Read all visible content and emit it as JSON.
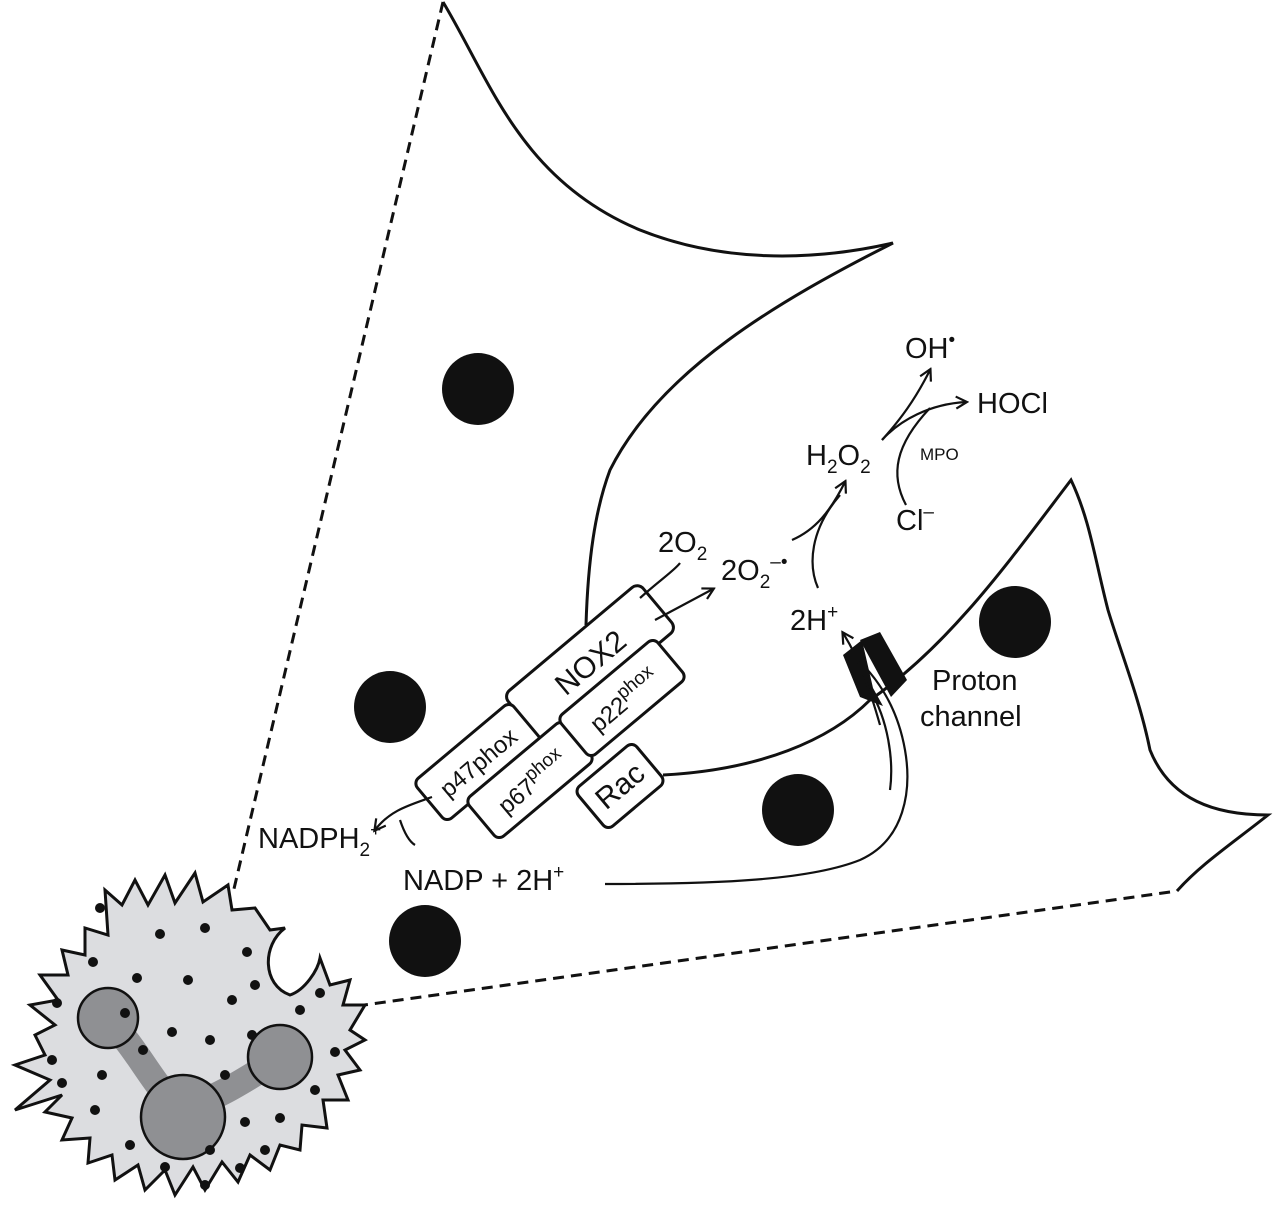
{
  "labels": {
    "oh": "OH",
    "hocl": "HOCl",
    "h2o2_h": "H",
    "h2o2_sub1": "2",
    "h2o2_o": "O",
    "h2o2_sub2": "2",
    "mpo": "MPO",
    "cl": "Cl",
    "cl_sup": "–",
    "o2_coef": "2O",
    "o2_sub": "2",
    "superoxide_coef": "2O",
    "superoxide_sub": "2",
    "superoxide_sup": "–",
    "proton_2h": "2H",
    "proton_2h_sup": "+",
    "proton_channel_line1": "Proton",
    "proton_channel_line2": "channel",
    "nadph_main": "NADPH",
    "nadph_sub": "2",
    "nadph_sup": "+",
    "nadp_text": "NADP + 2H",
    "nadp_sup": "+"
  },
  "proteins": {
    "nox2": "NOX2",
    "p47": "p47",
    "p47_suffix": "phox",
    "p67": "p67",
    "p67_suffix": "phox",
    "p22": "p22",
    "p22_suffix": "phox",
    "rac": "Rac"
  },
  "colors": {
    "ink": "#111111",
    "cell_fill": "#dcdde0",
    "nucleus_fill": "#8f9093",
    "background": "#ffffff"
  }
}
